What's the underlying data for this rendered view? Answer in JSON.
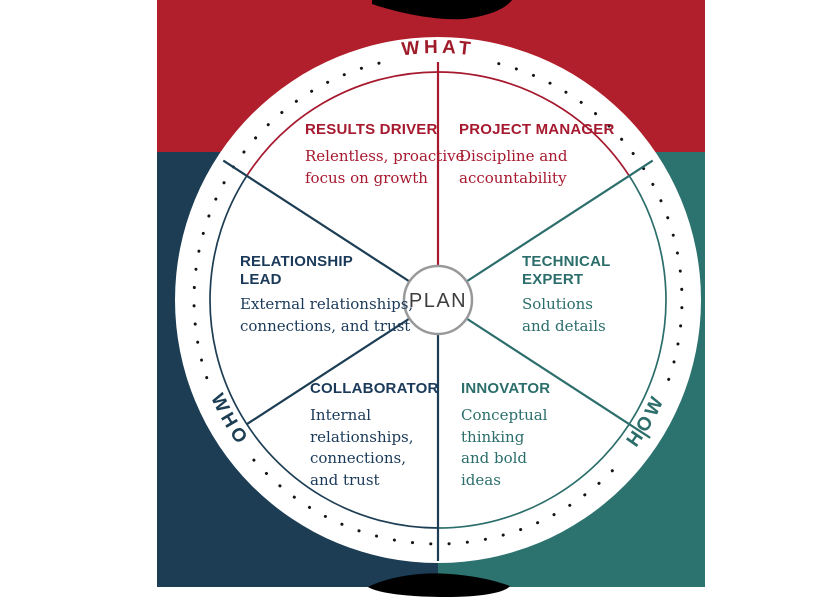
{
  "diagram": {
    "center_label": "PLAN",
    "ring_labels": {
      "top": "WHAT",
      "bottom_left": "WHO",
      "bottom_right": "HOW"
    },
    "segments": [
      {
        "id": "results-driver",
        "title": "RESULTS DRIVER",
        "desc_lines": [
          "Relentless, proactive",
          "focus on growth"
        ],
        "color": "#A6192E"
      },
      {
        "id": "project-manager",
        "title": "PROJECT MANAGER",
        "desc_lines": [
          "Discipline and",
          "accountability"
        ],
        "color": "#A6192E"
      },
      {
        "id": "relationship-lead",
        "title": "RELATIONSHIP LEAD",
        "desc_lines": [
          "External relationships,",
          "connections, and trust"
        ],
        "color": "#1B3A59"
      },
      {
        "id": "technical-expert",
        "title": "TECHNICAL EXPERT",
        "desc_lines": [
          "Solutions",
          "and details"
        ],
        "color": "#2B6E6B"
      },
      {
        "id": "collaborator",
        "title": "COLLABORATOR",
        "desc_lines": [
          "Internal",
          "relationships,",
          "connections,",
          "and trust"
        ],
        "color": "#1B3A59"
      },
      {
        "id": "innovator",
        "title": "INNOVATOR",
        "desc_lines": [
          "Conceptual",
          "thinking",
          "and bold",
          "ideas"
        ],
        "color": "#2B6E6B"
      }
    ],
    "colors": {
      "background_red": "#B01F2B",
      "background_navy": "#1C3D53",
      "background_teal": "#2C7370",
      "line_red": "#A6192E",
      "line_navy": "#1C3D53",
      "line_teal": "#2B6E6B",
      "center_circle_border": "#98999B",
      "center_text": "#3E3E3E",
      "dots": "#141414"
    }
  }
}
